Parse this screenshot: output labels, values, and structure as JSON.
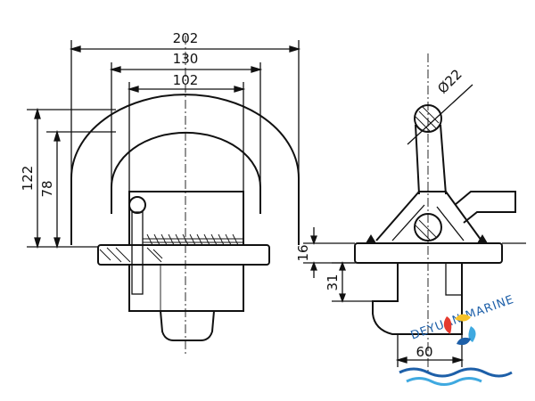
{
  "dimensions": {
    "d202": "202",
    "d130": "130",
    "d102": "102",
    "d122": "122",
    "d78": "78",
    "d16": "16",
    "d31": "31",
    "d60": "60",
    "dia22": "Ø22"
  },
  "watermark": {
    "text": "DEYUAN MARINE",
    "colors": {
      "red": "#e53a2f",
      "yellow": "#f6c229",
      "blue": "#1d5fa8",
      "light_blue": "#3fa9e0"
    }
  }
}
